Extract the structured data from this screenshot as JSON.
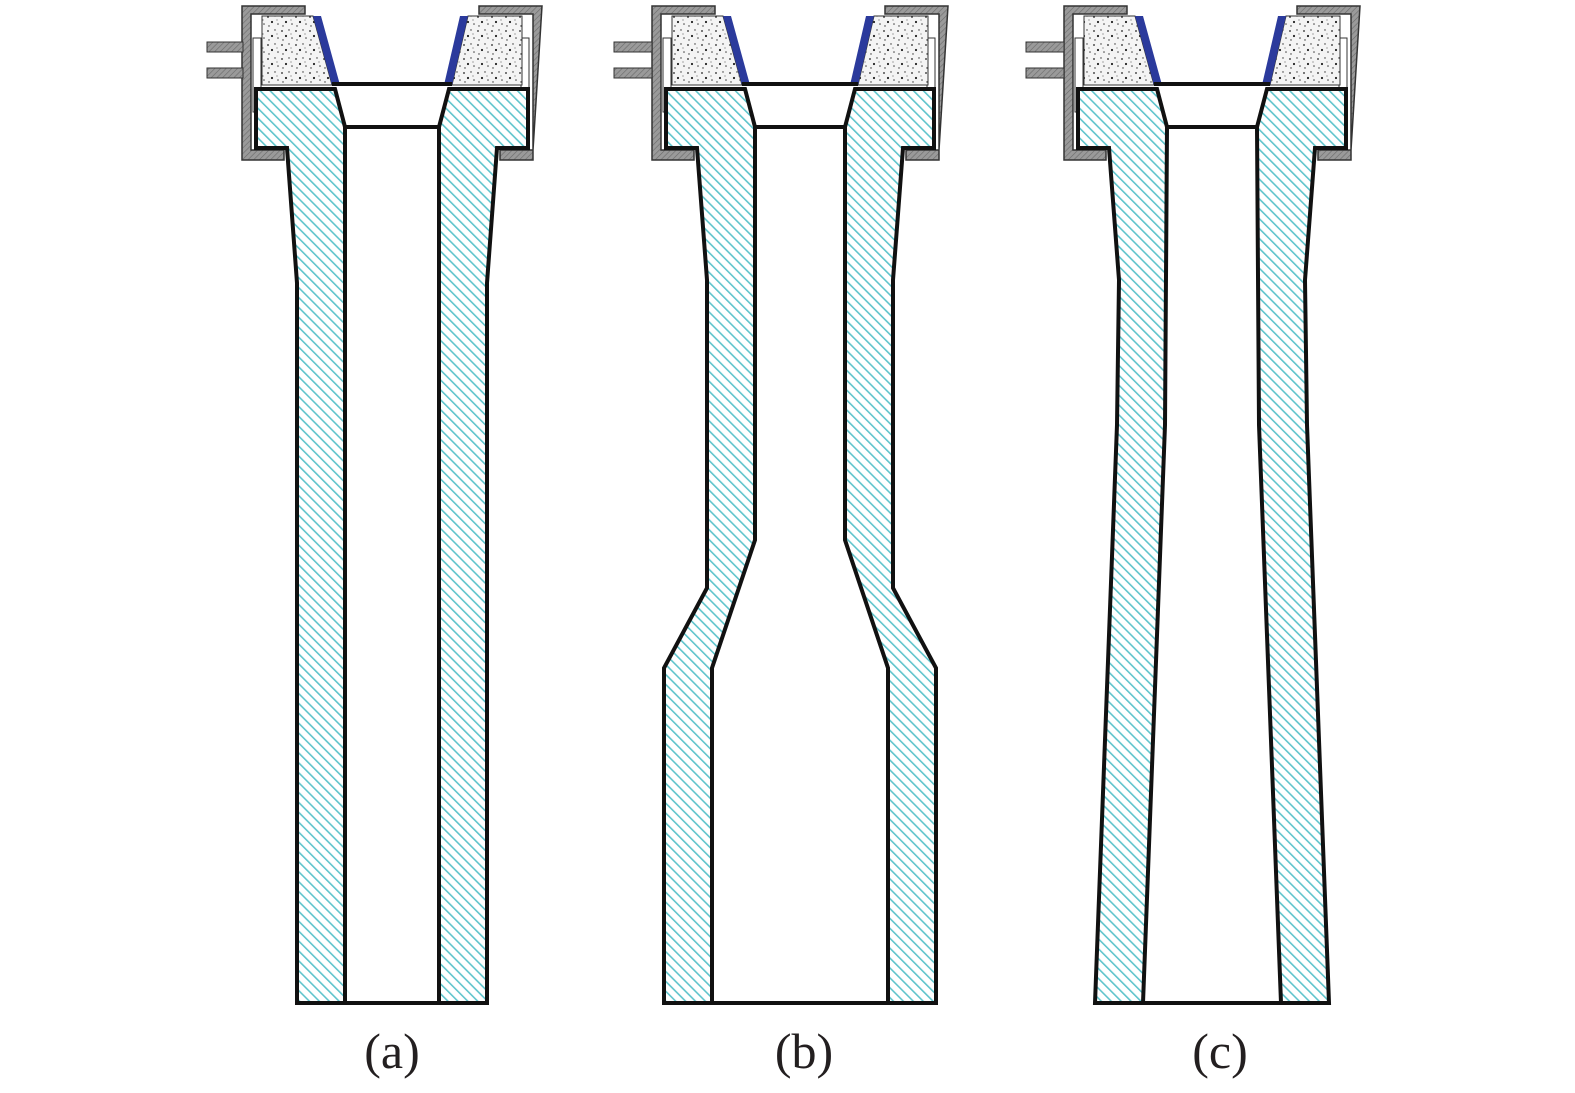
{
  "figure": {
    "panels": [
      {
        "id": "a",
        "label": "(a)"
      },
      {
        "id": "b",
        "label": "(b)"
      },
      {
        "id": "c",
        "label": "(c)"
      }
    ],
    "colors": {
      "refractory_hatch": "#5fc4cc",
      "refractory_bg": "#ffffff",
      "outline": "#111111",
      "insulation_fill": "#f2f2f2",
      "insulation_dots": "#222222",
      "liner_strip": "#2b3a9c",
      "steel_casing": "#8a8a8a",
      "steel_casing_edge": "#333333"
    }
  }
}
